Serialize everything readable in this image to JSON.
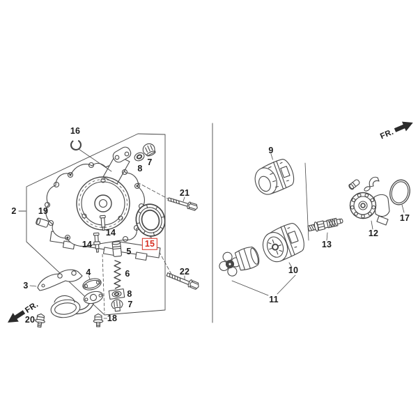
{
  "diagram": {
    "type": "exploded-parts-diagram",
    "highlighted_part": "15",
    "colors": {
      "background": "#ffffff",
      "line": "#474747",
      "label": "#1c1c1c",
      "highlight": "#d62b1f"
    },
    "direction_markers": {
      "fr_top": "FR.",
      "fr_bottom": "FR."
    },
    "labels": {
      "p2": "2",
      "p3": "3",
      "p4": "4",
      "p5": "5",
      "p6": "6",
      "p7_upper": "7",
      "p7_lower": "7",
      "p8_upper": "8",
      "p8_lower": "8",
      "p9": "9",
      "p10": "10",
      "p11": "11",
      "p12": "12",
      "p13": "13",
      "p14_upper": "14",
      "p14_lower": "14",
      "p15": "15",
      "p16": "16",
      "p17": "17",
      "p18": "18",
      "p19": "19",
      "p20": "20",
      "p21": "21",
      "p22": "22"
    }
  }
}
